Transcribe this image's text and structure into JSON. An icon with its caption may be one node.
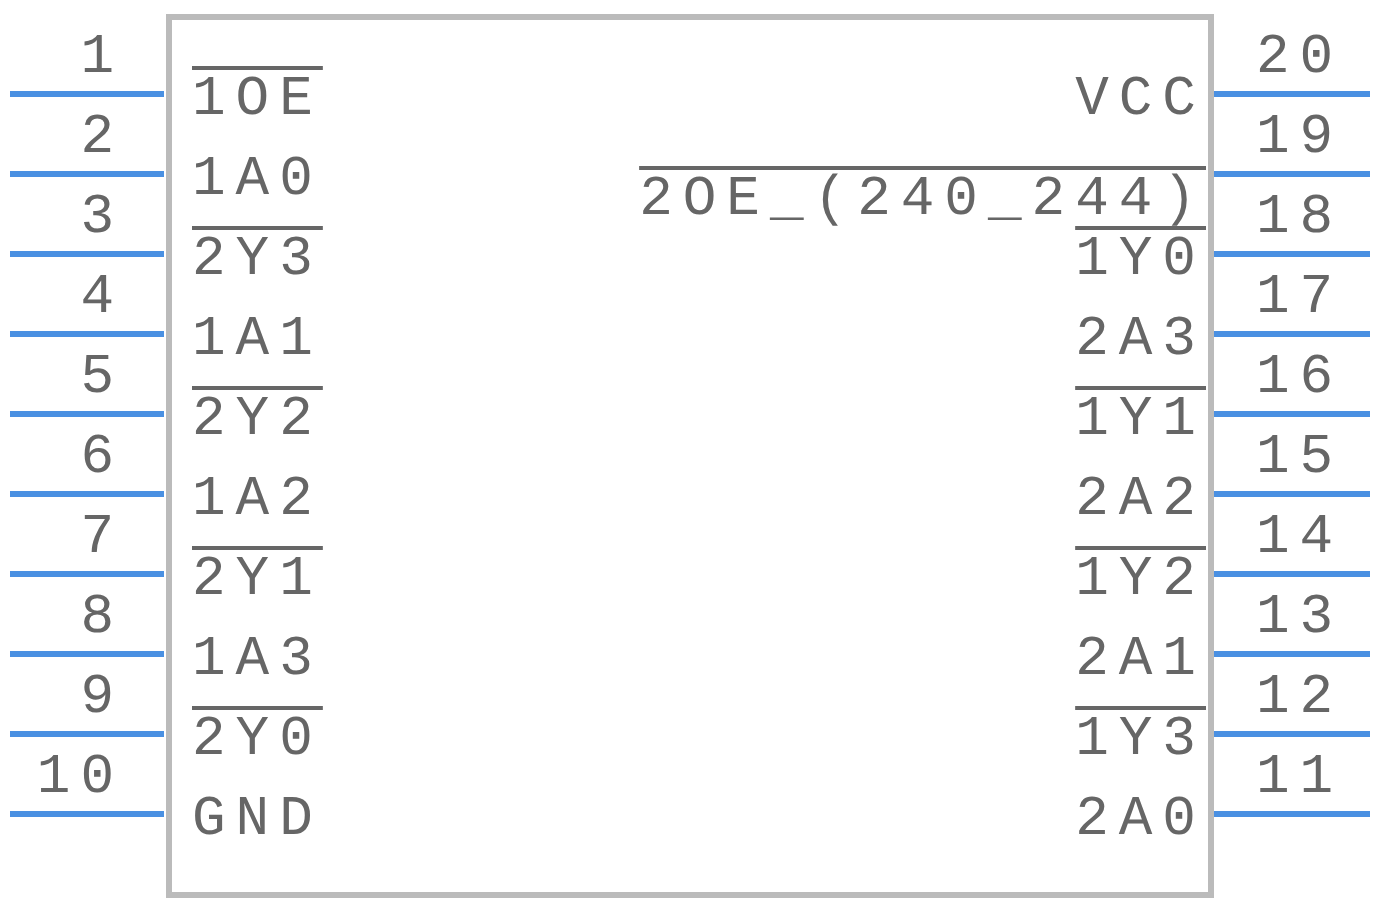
{
  "diagram": {
    "nodes": [
      {
        "text": [
          "1OE",
          "VCC",
          "1A0",
          "2OE_(240_244)",
          "2Y3",
          "1Y0",
          "1A1",
          "2A3",
          "2Y2",
          "1Y1",
          "1A2",
          "2A2",
          "2Y1",
          "1Y2",
          "1A3",
          "2A1",
          "2Y0",
          "1Y3",
          "GND",
          "2A0"
        ]
      }
    ],
    "labels": [
      "1",
      "20",
      "2",
      "19",
      "3",
      "18",
      "4",
      "17",
      "5",
      "16",
      "6",
      "15",
      "7",
      "14",
      "8",
      "13",
      "9",
      "12",
      "10",
      "11"
    ]
  }
}
